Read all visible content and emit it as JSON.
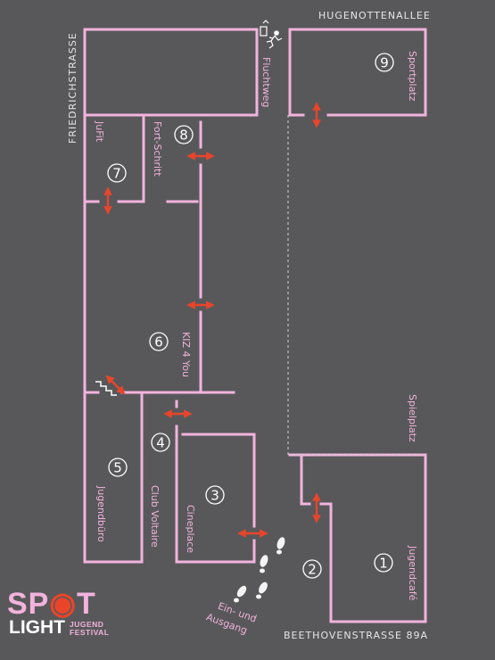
{
  "streets": {
    "top": "HUGENOTTENALLEE",
    "left": "FRIEDRICHSTRASSE",
    "bottom": "BEETHOVENSTRASSE 89A"
  },
  "rooms": [
    {
      "number": "1",
      "label": "Jugendcafé"
    },
    {
      "number": "2",
      "label": ""
    },
    {
      "number": "3",
      "label": "Cineplace"
    },
    {
      "number": "4",
      "label": "Club Voltaire"
    },
    {
      "number": "5",
      "label": "Jugendbüro"
    },
    {
      "number": "6",
      "label": "KIZ 4 You"
    },
    {
      "number": "7",
      "label": "JuFit"
    },
    {
      "number": "8",
      "label": "Fort-Schritt"
    },
    {
      "number": "9",
      "label": "Sportplatz"
    }
  ],
  "areas": {
    "playground": "Spielplatz"
  },
  "exits": {
    "emergency": "Fluchtweg",
    "entrance_line1": "Ein- und",
    "entrance_line2": "Ausgang"
  },
  "logo": {
    "spot_part1": "SP",
    "spot_part2": "T",
    "light": "LIGHT",
    "line1": "JUGEND",
    "line2": "FESTIVAL"
  },
  "colors": {
    "background": "#58585a",
    "walls": "#f2b3dd",
    "arrow": "#e8452b",
    "text": "#ffffff"
  },
  "icons": [
    "running-person-icon",
    "door-arrow-icon",
    "stairs-icon",
    "footprints-icon",
    "location-pin-icon"
  ]
}
